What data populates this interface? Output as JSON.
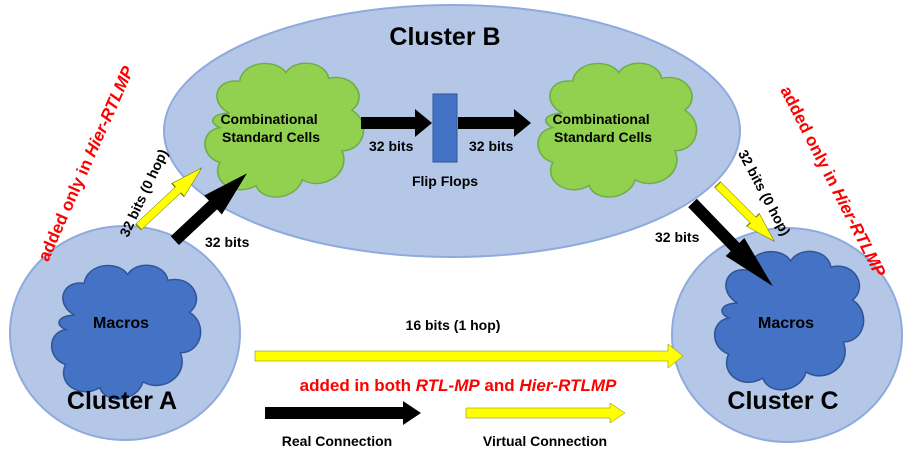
{
  "clusters": {
    "a": {
      "label": "Cluster A",
      "content": "Macros"
    },
    "b": {
      "label": "Cluster B",
      "left_cells": "Combinational Standard Cells",
      "right_cells": "Combinational Standard Cells",
      "flip_flops": "Flip Flops"
    },
    "c": {
      "label": "Cluster C",
      "content": "Macros"
    }
  },
  "connections": {
    "a_to_b_real": "32 bits",
    "a_to_b_virtual": "32 bits (0 hop)",
    "ff_in": "32 bits",
    "ff_out": "32 bits",
    "b_to_c_real": "32 bits",
    "b_to_c_virtual": "32 bits (0 hop)",
    "a_to_c_virtual": "16 bits (1 hop)"
  },
  "annotations": {
    "left_note": {
      "prefix": "added only in ",
      "italic": "Hier-RTLMP"
    },
    "right_note": {
      "prefix": "added only in ",
      "italic": "Hier-RTLMP"
    },
    "bottom_note": {
      "prefix": "added in both ",
      "italic1": "RTL-MP",
      "middle": " and ",
      "italic2": "Hier-RTLMP"
    }
  },
  "legend": {
    "real": "Real Connection",
    "virtual": "Virtual Connection"
  },
  "colors": {
    "cluster_fill": "#b4c7e7",
    "cluster_stroke": "#8faadc",
    "cloud_green": "#92d050",
    "cloud_blue": "#4472c4",
    "flipflop": "#4472c4",
    "real_arrow": "#000000",
    "virtual_arrow": "#ffff00",
    "note_red": "#ff0000"
  }
}
